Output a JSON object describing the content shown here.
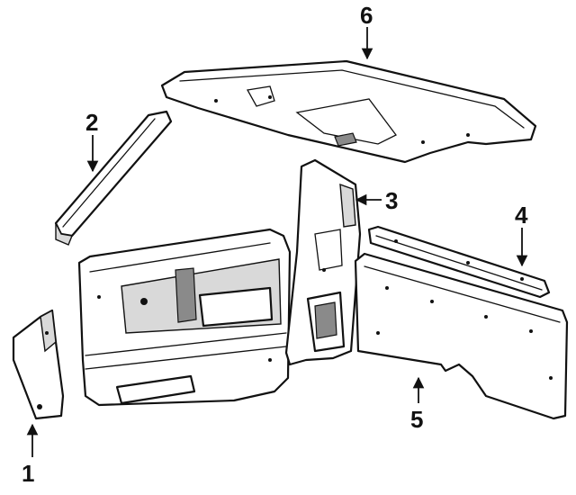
{
  "callouts": {
    "c1": "1",
    "c2": "2",
    "c3": "3",
    "c4": "4",
    "c5": "5",
    "c6": "6"
  },
  "colors": {
    "line": "#111111",
    "background": "#ffffff",
    "shading": "#d9d9d9"
  }
}
